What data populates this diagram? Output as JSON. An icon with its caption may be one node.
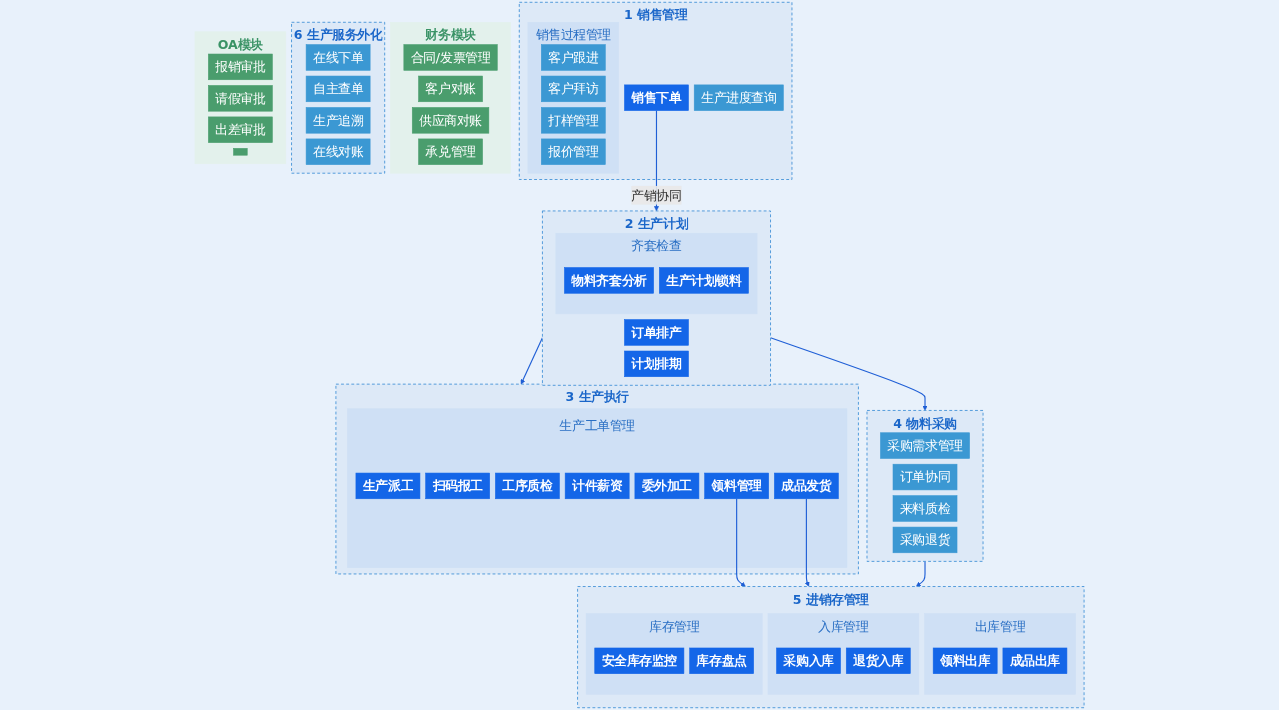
{
  "diagram": {
    "nodes": [
      {
        "text": [
          "1",
          "销售管理"
        ]
      },
      {
        "text": [
          "销售过程管理"
        ],
        "in": 0
      },
      {
        "text": [
          "客户跟进"
        ],
        "in": 1
      },
      {
        "text": [
          "客户拜访"
        ],
        "in": 1
      },
      {
        "text": [
          "打样管理"
        ],
        "in": 1
      },
      {
        "text": [
          "报价管理"
        ],
        "in": 1
      },
      {
        "text": [
          "销售下单"
        ],
        "in": 0
      },
      {
        "text": [
          "生产进度查询"
        ],
        "in": 0
      },
      {
        "text": [
          "2",
          "生产计划"
        ]
      },
      {
        "text": [
          "订单排产"
        ],
        "in": 8
      },
      {
        "text": [
          "计划排期"
        ],
        "in": 8
      },
      {
        "text": [
          "齐套检查"
        ],
        "in": 8
      },
      {
        "text": [
          "物料齐套分析"
        ],
        "in": 11
      },
      {
        "text": [
          "生产计划锁料"
        ],
        "in": 11
      },
      {
        "text": [
          "3",
          "生产执行"
        ]
      },
      {
        "text": [
          "生产工单管理"
        ],
        "in": 14
      },
      {
        "text": [
          "生产派工"
        ],
        "in": 15
      },
      {
        "text": [
          "扫码报工"
        ],
        "in": 15
      },
      {
        "text": [
          "工序质检"
        ],
        "in": 15
      },
      {
        "text": [
          "计件薪资"
        ],
        "in": 15
      },
      {
        "text": [
          "委外加工"
        ],
        "in": 15
      },
      {
        "text": [
          "领料管理"
        ],
        "in": 15
      },
      {
        "text": [
          "成品发货"
        ],
        "in": 15
      },
      {
        "text": [
          "财务模块"
        ]
      },
      {
        "text": [
          "合同/发票管理"
        ],
        "in": 23
      },
      {
        "text": [
          "客户对账"
        ],
        "in": 23
      },
      {
        "text": [
          "供应商对账"
        ],
        "in": 23
      },
      {
        "text": [
          "承兑管理"
        ],
        "in": 23
      },
      {
        "text": [
          "6",
          "生产服务外化"
        ]
      },
      {
        "text": [
          "在线下单"
        ],
        "in": 28
      },
      {
        "text": [
          "自主查单"
        ],
        "in": 28
      },
      {
        "text": [
          "生产追溯"
        ],
        "in": 28
      },
      {
        "text": [
          "在线对账"
        ],
        "in": 28
      },
      {
        "text": [
          "4",
          "物料采购"
        ]
      },
      {
        "text": [
          "采购需求管理"
        ],
        "in": 33
      },
      {
        "text": [
          "订单协同"
        ],
        "in": 33
      },
      {
        "text": [
          "来料质检"
        ],
        "in": 33
      },
      {
        "text": [
          "采购退货"
        ],
        "in": 33
      },
      {
        "text": [
          "5",
          "进销存管理"
        ]
      },
      {
        "text": [
          "出库管理"
        ],
        "in": 38
      },
      {
        "text": [
          "领料出库"
        ],
        "in": 39
      },
      {
        "text": [
          "成品出库"
        ],
        "in": 39
      },
      {
        "text": [
          "入库管理"
        ],
        "in": 38
      },
      {
        "text": [
          "采购入库"
        ],
        "in": 42
      },
      {
        "text": [
          "退货入库"
        ],
        "in": 42
      },
      {
        "text": [
          "库存管理"
        ],
        "in": 38
      },
      {
        "text": [
          "安全库存监控"
        ],
        "in": 45
      },
      {
        "text": [
          "库存盘点"
        ],
        "in": 45
      },
      {
        "text": [
          "OA模块"
        ]
      },
      {
        "text": [
          "报销审批"
        ],
        "in": 48
      },
      {
        "text": [
          "请假审批"
        ],
        "in": 48
      },
      {
        "text": [
          "出差审批"
        ],
        "in": 48
      },
      {
        "text": [],
        "shape": "box",
        "in": 48
      }
    ],
    "edges": [
      {
        "from": 6,
        "to": 8,
        "arrow": "to",
        "label": "产销协同"
      },
      {
        "from": 8,
        "to": 14,
        "arrow": "to"
      },
      {
        "from": 8,
        "to": 33,
        "arrow": "to"
      },
      {
        "from": 21,
        "to": 38,
        "arrow": "to"
      },
      {
        "from": 22,
        "to": 38,
        "arrow": "to"
      },
      {
        "from": 33,
        "to": 38,
        "arrow": "to"
      }
    ]
  }
}
